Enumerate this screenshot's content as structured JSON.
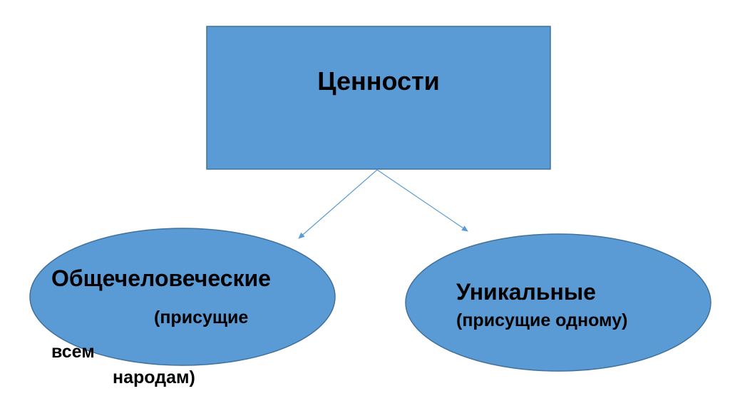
{
  "diagram": {
    "colors": {
      "fill": "#5b9bd5",
      "stroke": "#41719c",
      "connector": "#5b9bd5",
      "text": "#000000"
    },
    "root": {
      "label": "Ценности"
    },
    "left": {
      "title": "Общечеловеческие",
      "sub_line1": "(присущие",
      "sub_line2": "всем",
      "sub_line3": "народам)"
    },
    "right": {
      "title": "Уникальные",
      "sub": "(присущие одному)"
    }
  }
}
